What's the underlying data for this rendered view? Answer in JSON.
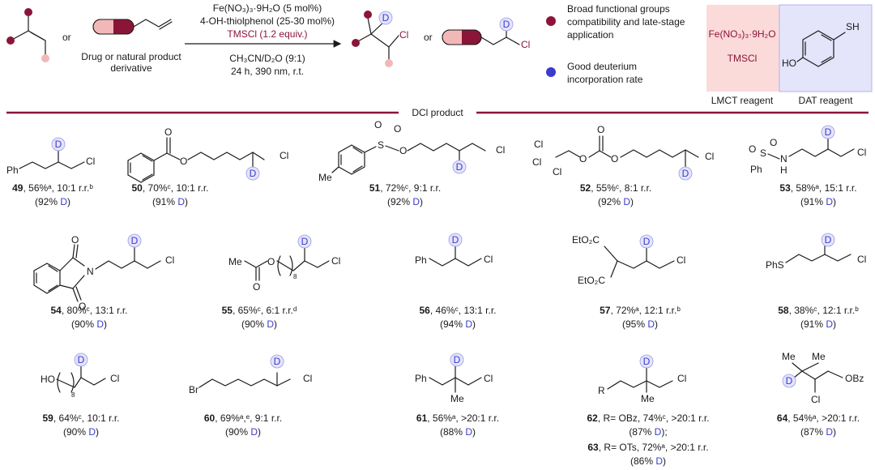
{
  "scheme": {
    "alkene_sep": "or",
    "drug_caption_1": "Drug or natural product",
    "drug_caption_2": "derivative",
    "cond_1": "Fe(NO₃)₃·9H₂O  (5 mol%)",
    "cond_2": "4-OH-thiolphenol (25-30 mol%)",
    "cond_3": "TMSCl (1.2 equiv.)",
    "cond_4": "CH₃CN/D₂O (9:1)",
    "cond_5": "24 h, 390 nm, r.t.",
    "product_sep": "or",
    "atom_D": "D",
    "atom_Cl": "Cl"
  },
  "legend": {
    "item_1": [
      "Broad functional groups",
      "compatibility and late-stage",
      "application"
    ],
    "item_2": [
      "Good deuterium",
      "incorporation rate"
    ]
  },
  "reagents": {
    "lmct_formula": "Fe(NO₃)₃·9H₂O",
    "lmct_tms": "TMSCl",
    "lmct_label": "LMCT reagent",
    "dat_label": "DAT reagent",
    "dat_sh": "SH",
    "dat_ho": "HO"
  },
  "section_title": "DCl product",
  "labels": {
    "Ph": "Ph",
    "Me": "Me",
    "Cl": "Cl",
    "D": "D",
    "O": "O",
    "S": "S",
    "N": "N",
    "H": "H",
    "Br": "Br",
    "HO": "HO",
    "PhS": "PhS",
    "OBz": "OBz",
    "R": "R",
    "EtO2C": "EtO₂C",
    "sub8": "8"
  },
  "products": [
    {
      "num": "49",
      "line1": ", 56%ᵃ, 10:1 r.r.ᵇ",
      "line2": "(92% D)"
    },
    {
      "num": "50",
      "line1": ", 70%ᶜ, 10:1 r.r.",
      "line2": "(91% D)"
    },
    {
      "num": "51",
      "line1": ", 72%ᶜ, 9:1 r.r.",
      "line2": "(92% D)"
    },
    {
      "num": "52",
      "line1": ", 55%ᶜ, 8:1 r.r.",
      "line2": "(92% D)"
    },
    {
      "num": "53",
      "line1": ", 58%ᵃ, 15:1 r.r.",
      "line2": "(91% D)"
    },
    {
      "num": "54",
      "line1": ", 80%ᶜ, 13:1 r.r.",
      "line2": "(90% D)"
    },
    {
      "num": "55",
      "line1": ", 65%ᶜ, 6:1 r.r.ᵈ",
      "line2": "(90% D)"
    },
    {
      "num": "56",
      "line1": ", 46%ᶜ, 13:1 r.r.",
      "line2": "(94% D)"
    },
    {
      "num": "57",
      "line1": ", 72%ᵃ, 12:1 r.r.ᵇ",
      "line2": "(95% D)"
    },
    {
      "num": "58",
      "line1": ", 38%ᶜ, 12:1 r.r.ᵇ",
      "line2": "(91% D)"
    },
    {
      "num": "59",
      "line1": ", 64%ᶜ, 10:1 r.r.",
      "line2": "(90% D)"
    },
    {
      "num": "60",
      "line1": ", 69%ᵃ,ᵉ, 9:1 r.r.",
      "line2": "(90% D)"
    },
    {
      "num": "61",
      "line1": ", 56%ᵃ, >20:1 r.r.",
      "line2": "(88% D)"
    },
    {
      "num": "62",
      "line1": ", R= OBz, 74%ᶜ, >20:1 r.r.",
      "line2": "(87% D);"
    },
    {
      "num": "64",
      "line1": ", 54%ᵃ, >20:1 r.r.",
      "line2": "(87% D)"
    }
  ],
  "product_63": {
    "num": "63",
    "line1": ", R= OTs, 72%ᵃ, >20:1 r.r.",
    "line2": "(86% D)"
  }
}
